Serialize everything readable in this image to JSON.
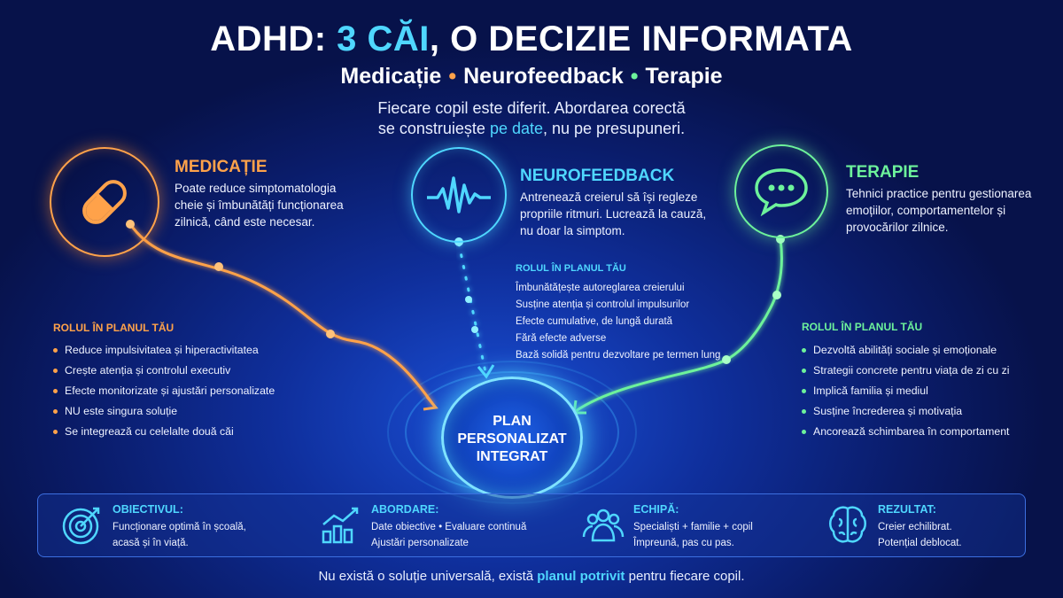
{
  "header": {
    "title_pre": "ADHD: ",
    "title_highlight": "3 CĂI",
    "title_post": ", O DECIZIE INFORMATA",
    "subtitle": [
      "Medicație",
      "Neurofeedback",
      "Terapie"
    ],
    "separator": "•",
    "intro_line1": "Fiecare copil este diferit. Abordarea corectă",
    "intro_line2_pre": "se construiește ",
    "intro_line2_highlight": "pe date",
    "intro_line2_post": ", nu pe presupuneri."
  },
  "colors": {
    "medicatie": "#ffa24a",
    "neurofeedback": "#4fd7ff",
    "terapie": "#6df29b",
    "accent": "#4fd7ff"
  },
  "paths": [
    {
      "id": "medicatie",
      "icon": "pill-icon",
      "title": "MEDICAȚIE",
      "description": "Poate reduce simptomatologia cheie și îmbunătăți funcționarea zilnică, când este necesar.",
      "role_title": "ROLUL ÎN PLANUL TĂU",
      "role_items": [
        "Reduce impulsivitatea și hiperactivitatea",
        "Crește atenția și controlul executiv",
        "Efecte monitorizate și ajustări personalizate",
        "NU este singura soluție",
        "Se integrează cu celelalte două căi"
      ]
    },
    {
      "id": "neurofeedback",
      "icon": "brainwave-icon",
      "title": "NEUROFEEDBACK",
      "description": "Antrenează creierul să își regleze propriile ritmuri. Lucrează la cauză, nu doar la simptom.",
      "role_title": "ROLUL ÎN PLANUL TĂU",
      "role_items": [
        "Îmbunătățește autoreglarea creierului",
        "Susține atenția și controlul impulsurilor",
        "Efecte cumulative, de lungă durată",
        "Fără efecte adverse",
        "Bază solidă pentru dezvoltare pe termen lung"
      ]
    },
    {
      "id": "terapie",
      "icon": "speech-bubble-icon",
      "title": "TERAPIE",
      "description": "Tehnici practice pentru gestionarea emoțiilor, comportamentelor și provocărilor zilnice.",
      "role_title": "ROLUL ÎN PLANUL TĂU",
      "role_items": [
        "Dezvoltă abilități sociale și emoționale",
        "Strategii concrete pentru viața de zi cu zi",
        "Implică familia și mediul",
        "Susține încrederea și motivația",
        "Ancorează schimbarea în comportament"
      ]
    }
  ],
  "center": {
    "lines": [
      "PLAN",
      "PERSONALIZAT",
      "INTEGRAT"
    ]
  },
  "bottom_cards": [
    {
      "icon": "target-icon",
      "title": "OBIECTIVUL:",
      "lines": [
        "Funcționare optimă în școală,",
        "acasă și în viață."
      ]
    },
    {
      "icon": "growth-chart-icon",
      "title": "ABORDARE:",
      "lines": [
        "Date obiective • Evaluare continuă",
        "Ajustări personalizate"
      ]
    },
    {
      "icon": "team-icon",
      "title": "ECHIPĂ:",
      "lines": [
        "Specialiști + familie + copil",
        "Împreună, pas cu pas."
      ]
    },
    {
      "icon": "brain-icon",
      "title": "REZULTAT:",
      "lines": [
        "Creier echilibrat.",
        "Potențial deblocat."
      ]
    }
  ],
  "footer": {
    "pre": "Nu există o soluție universală, există ",
    "highlight": "planul potrivit",
    "post": " pentru fiecare copil."
  }
}
